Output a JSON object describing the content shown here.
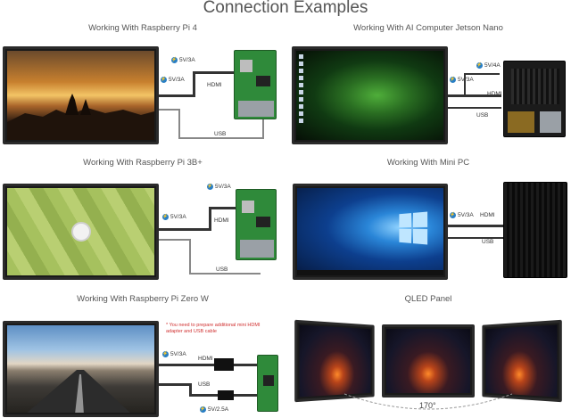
{
  "page_title": "Connection Examples",
  "panels": {
    "rpi4": {
      "caption": "Working With Raspberry Pi 4",
      "power_left": "5V/3A",
      "power_right": "5V/3A",
      "hdmi": "HDMI",
      "usb": "USB"
    },
    "jetson": {
      "caption": "Working With AI Computer Jetson Nano",
      "power_left": "5V/3A",
      "power_right": "5V/4A",
      "hdmi": "HDMI",
      "usb": "USB"
    },
    "rpi3": {
      "caption": "Working With Raspberry Pi 3B+",
      "power_left": "5V/3A",
      "power_right": "5V/3A",
      "hdmi": "HDMI",
      "usb": "USB"
    },
    "minipc": {
      "caption": "Working With Mini PC",
      "power_left": "5V/3A",
      "hdmi": "HDMI",
      "usb": "USB"
    },
    "rpizero": {
      "caption": "Working With Raspberry Pi Zero W",
      "note": "* You need to prepare additional mini HDMI adapter and USB cable",
      "power_left": "5V/3A",
      "power_right": "5V/2.5A",
      "hdmi": "HDMI",
      "usb": "USB"
    },
    "qled": {
      "caption": "QLED Panel",
      "angle": "170°"
    }
  },
  "colors": {
    "accent": "#2a7fc4",
    "note": "#d03030"
  }
}
